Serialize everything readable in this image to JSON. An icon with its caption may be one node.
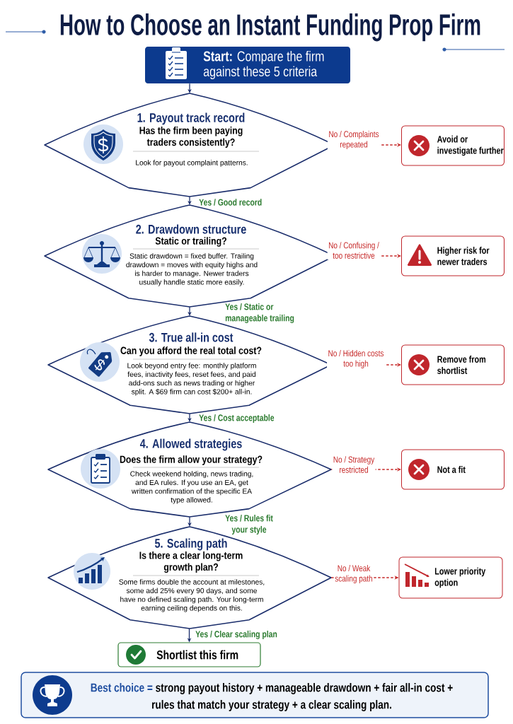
{
  "diagram": {
    "title": "How to Choose an Instant Funding Prop Firm",
    "nodes": [
      {
        "text": [
          "**Start:** Compare the firm against these 5 criteria"
        ]
      },
      {
        "text": [
          "1. Payout track record",
          "Has the firm been paying traders consistently?",
          "Look for payout complaint patterns."
        ]
      },
      {
        "text": [
          "Avoid or investigate further"
        ]
      },
      {
        "text": [
          "2. Drawdown structure",
          "Static or trailing?",
          "Static drawdown = fixed buffer. Trailing drawdown = moves with equity highs and is harder to manage. Newer traders usually handle static more easily."
        ]
      },
      {
        "text": [
          "Higher risk for newer traders"
        ]
      },
      {
        "text": [
          "3. True all-in cost",
          "Can you afford the real total cost?",
          "Look beyond entry fee: monthly platform fees, inactivity fees, reset fees, and paid add-ons such as news trading or higher split. A $69 firm can cost $200+ all-in."
        ]
      },
      {
        "text": [
          "Remove from shortlist"
        ]
      },
      {
        "text": [
          "4. Allowed strategies",
          "Does the firm allow your strategy?",
          "Check weekend holding, news trading, and EA rules. If you use an EA, get written confirmation of the specific EA type allowed."
        ]
      },
      {
        "text": [
          "Not a fit"
        ]
      },
      {
        "text": [
          "5. Scaling path",
          "Is there a clear long-term growth plan?",
          "Some firms double the account at milestones, some add 25% every 90 days, and some have no defined scaling path. Your long-term earning ceiling depends on this."
        ]
      },
      {
        "text": [
          "Lower priority option"
        ]
      },
      {
        "text": [
          "Shortlist this firm"
        ]
      },
      {
        "text": [
          "Best choice =",
          "strong payout history + manageable drawdown + fair all-in cost + rules that match your strategy + a clear scaling plan."
        ]
      }
    ],
    "edges": [
      {
        "from": 0,
        "to": 1,
        "arrow": "to"
      },
      {
        "from": 1,
        "to": 2,
        "arrow": "to",
        "label": "No / Complaints repeated",
        "style": "dashed",
        "color": "#c62828"
      },
      {
        "from": 1,
        "to": 3,
        "arrow": "to",
        "label": "Yes / Good record"
      },
      {
        "from": 3,
        "to": 4,
        "arrow": "to",
        "label": "No / Confusing / too restrictive",
        "style": "dashed",
        "color": "#c62828"
      },
      {
        "from": 3,
        "to": 5,
        "arrow": "to",
        "label": "Yes / Static or manageable trailing"
      },
      {
        "from": 5,
        "to": 6,
        "arrow": "to",
        "label": "No / Hidden costs too high",
        "style": "dashed",
        "color": "#c62828"
      },
      {
        "from": 5,
        "to": 7,
        "arrow": "to",
        "label": "Yes / Cost acceptable"
      },
      {
        "from": 7,
        "to": 8,
        "arrow": "to",
        "label": "No / Strategy restricted",
        "style": "dashed",
        "color": "#c62828"
      },
      {
        "from": 7,
        "to": 9,
        "arrow": "to",
        "label": "Yes / Rules fit your style"
      },
      {
        "from": 9,
        "to": 10,
        "arrow": "to",
        "label": "No / Weak scaling path",
        "style": "dashed",
        "color": "#c62828"
      },
      {
        "from": 9,
        "to": 11,
        "arrow": "to",
        "label": "Yes / Clear scaling plan"
      }
    ]
  }
}
